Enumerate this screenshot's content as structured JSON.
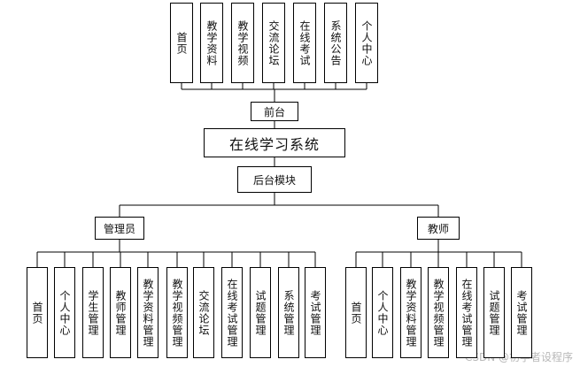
{
  "top": {
    "items": [
      "首页",
      "教学资料",
      "教学视频",
      "交流论坛",
      "在线考试",
      "系统公告",
      "个人中心"
    ],
    "root": "前台"
  },
  "center": {
    "system": "在线学习系统",
    "backend": "后台模块"
  },
  "admin": {
    "label": "管理员",
    "items": [
      "首页",
      "个人中心",
      "学生管理",
      "教师管理",
      "教学资料管理",
      "教学视频管理",
      "交流论坛",
      "在线考试管理",
      "试题管理",
      "系统管理",
      "考试管理"
    ]
  },
  "teacher": {
    "label": "教师",
    "items": [
      "首页",
      "个人中心",
      "教学资料管理",
      "教学视频管理",
      "在线考试管理",
      "试题管理",
      "考试管理"
    ]
  },
  "watermark": "CSDN @初学者设程序"
}
